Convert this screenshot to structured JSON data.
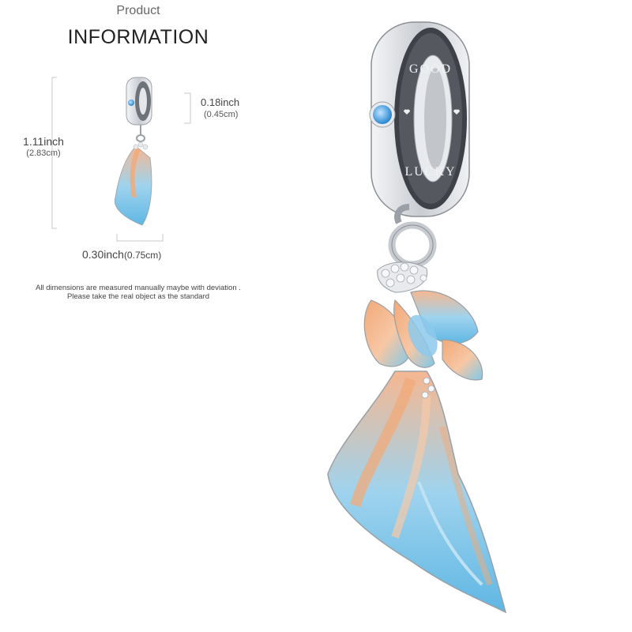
{
  "header": {
    "eyebrow": "Product",
    "title": "INFORMATION"
  },
  "dimensions": {
    "height": {
      "value": "1.11inch",
      "metric": "(2.83cm)"
    },
    "bail": {
      "value": "0.18inch",
      "metric": "(0.45cm)"
    },
    "width": {
      "value": "0.30inch",
      "metric": "(0.75cm)"
    }
  },
  "disclaimer": {
    "line1": "All dimensions are measured manually maybe with deviation .",
    "line2": "Please take the real object as the standard"
  },
  "engraving": {
    "top": "GOOD",
    "bottom": "LUCKY"
  },
  "colors": {
    "silver": "#d9dce0",
    "silver_dark": "#8a8f96",
    "stone_blue": "#3ea0e6",
    "enamel_orange": "#f2a978",
    "enamel_blue": "#7ec8ea"
  }
}
